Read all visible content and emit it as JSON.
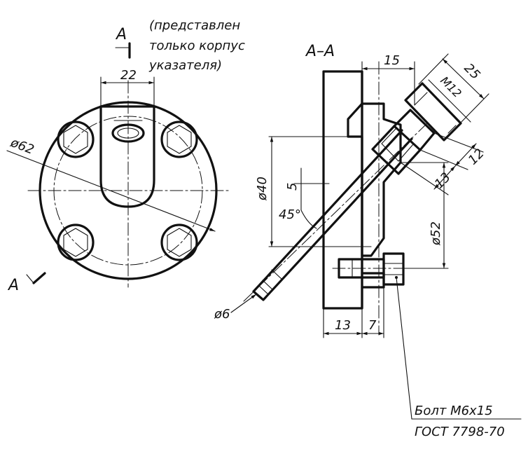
{
  "note": {
    "line1": "(представлен",
    "line2": "только корпус",
    "line3": "указателя)"
  },
  "section_marks": {
    "top_label": "A",
    "bottom_label": "A",
    "section_title": "A–A"
  },
  "dimensions": {
    "width_top": "22",
    "dia_flange": "ø62",
    "d15": "15",
    "d25": "25",
    "m12": "M12",
    "d12": "12",
    "d13_right": "13",
    "dia40": "ø40",
    "d5": "5",
    "angle45": "45°",
    "dia52": "ø52",
    "dia6": "ø6",
    "d13_bottom": "13",
    "d7": "7"
  },
  "bolt_callout": {
    "line1": "Болт  М6х15",
    "line2": "ГОСТ  7798-70"
  }
}
